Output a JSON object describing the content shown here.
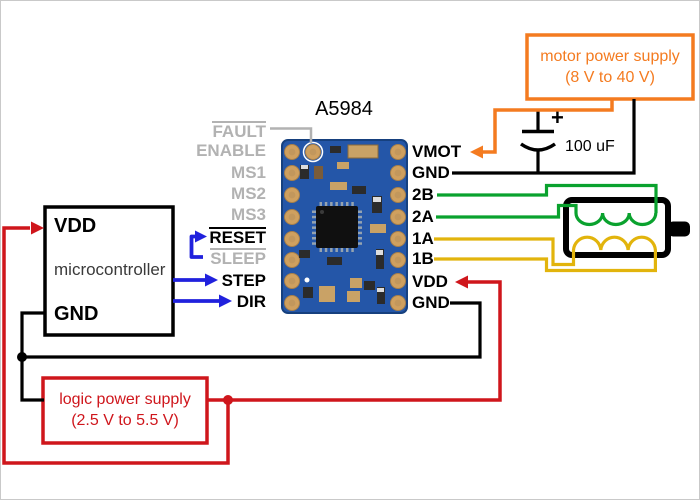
{
  "title": "A5984",
  "pins": {
    "left": [
      {
        "label": "FAULT",
        "overline": true,
        "color": "#b2b2b2"
      },
      {
        "label": "ENABLE",
        "overline": false,
        "color": "#b2b2b2"
      },
      {
        "label": "MS1",
        "overline": false,
        "color": "#b2b2b2"
      },
      {
        "label": "MS2",
        "overline": false,
        "color": "#b2b2b2"
      },
      {
        "label": "MS3",
        "overline": false,
        "color": "#b2b2b2"
      },
      {
        "label": "RESET",
        "overline": true,
        "color": "#000000"
      },
      {
        "label": "SLEEP",
        "overline": true,
        "color": "#b2b2b2"
      },
      {
        "label": "STEP",
        "overline": false,
        "color": "#000000"
      },
      {
        "label": "DIR",
        "overline": false,
        "color": "#000000"
      }
    ],
    "right": [
      {
        "label": "VMOT"
      },
      {
        "label": "GND"
      },
      {
        "label": "2B"
      },
      {
        "label": "2A"
      },
      {
        "label": "1A"
      },
      {
        "label": "1B"
      },
      {
        "label": "VDD"
      },
      {
        "label": "GND"
      }
    ]
  },
  "microcontroller": {
    "vdd_label": "VDD",
    "name": "microcontroller",
    "gnd_label": "GND"
  },
  "motor_power_supply": {
    "line1": "motor power supply",
    "line2": "(8 V to 40 V)",
    "color": "#f47b20"
  },
  "logic_power_supply": {
    "line1": "logic power supply",
    "line2": "(2.5 V to 5.5 V)",
    "color": "#cf161c"
  },
  "capacitor": {
    "plus_label": "+",
    "value_label": "100 uF"
  },
  "wire_colors": {
    "motor_power": "#f47b20",
    "logic_power": "#cf161c",
    "ground": "#000000",
    "coil_b_green": "#0aa22e",
    "coil_a_yellow": "#e2b40c",
    "control_blue": "#2021dd",
    "fault_gray": "#b2b2b2"
  },
  "board_colors": {
    "pcb_blue": "#2456a8",
    "hole_gold": "#cfa05f"
  }
}
